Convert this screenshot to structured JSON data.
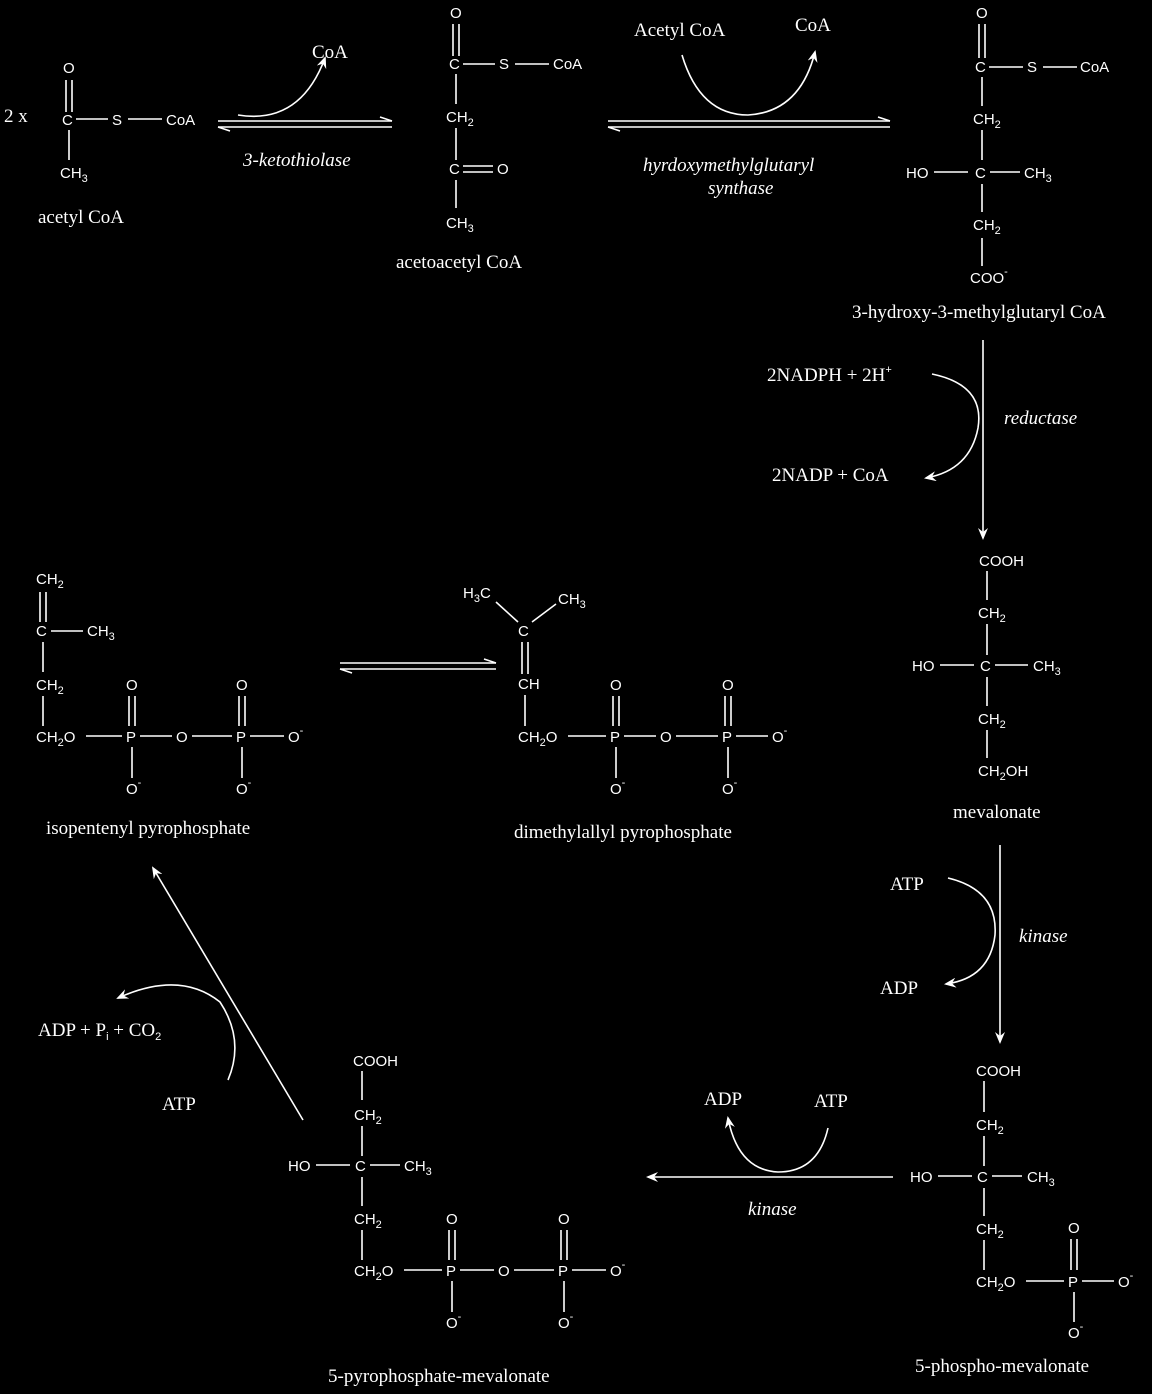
{
  "molecules": {
    "acetyl_coa": {
      "name": "acetyl CoA",
      "multiplier": "2 x",
      "O": "O",
      "C": "C",
      "S": "S",
      "CoA": "CoA",
      "CH3": "CH",
      "sub3": "3"
    },
    "acetoacetyl_coa": {
      "name": "acetoacetyl CoA",
      "O": "O",
      "C": "C",
      "S": "S",
      "CoA": "CoA",
      "CH2": "CH",
      "sub2": "2",
      "CH3": "CH",
      "sub3": "3"
    },
    "hmg_coa": {
      "name": "3-hydroxy-3-methylglutaryl  CoA",
      "O": "O",
      "C": "C",
      "S": "S",
      "CoA": "CoA",
      "CH2": "CH",
      "sub2": "2",
      "HO": "HO",
      "CH3": "CH",
      "sub3": "3",
      "COO": "COO",
      "minus": "-"
    },
    "mevalonate": {
      "name": "mevalonate",
      "COOH": "COOH",
      "CH2": "CH",
      "sub2": "2",
      "HO": "HO",
      "C": "C",
      "CH3": "CH",
      "sub3": "3",
      "CH2OH": "CH",
      "OH": "OH"
    },
    "phospho_mevalonate": {
      "name": "5-phospho-mevalonate",
      "COOH": "COOH",
      "CH2": "CH",
      "sub2": "2",
      "HO": "HO",
      "C": "C",
      "CH3": "CH",
      "sub3": "3",
      "O": "O",
      "P": "P",
      "minus": "-"
    },
    "pyrophosphate_mevalonate": {
      "name": "5-pyrophosphate-mevalonate",
      "COOH": "COOH",
      "CH2": "CH",
      "sub2": "2",
      "HO": "HO",
      "C": "C",
      "CH3": "CH",
      "sub3": "3",
      "O": "O",
      "P": "P",
      "minus": "-"
    },
    "isopentenyl_pp": {
      "name": "isopentenyl  pyrophosphate",
      "CH2": "CH",
      "sub2": "2",
      "C": "C",
      "CH3": "CH",
      "sub3": "3",
      "O": "O",
      "P": "P",
      "minus": "-"
    },
    "dimethylallyl_pp": {
      "name": "dimethylallyl  pyrophosphate",
      "H": "H",
      "sub3": "3",
      "C": "C",
      "CH3": "CH",
      "CH": "CH",
      "CH2": "CH",
      "sub2": "2",
      "O": "O",
      "P": "P",
      "minus": "-"
    }
  },
  "reactions": {
    "r1": {
      "enzyme": "3-ketothiolase",
      "product": "CoA"
    },
    "r2": {
      "enzyme_line1": "hyrdoxymethylglutaryl",
      "enzyme_line2": "synthase",
      "reactant": "Acetyl CoA",
      "product": "CoA"
    },
    "r3": {
      "enzyme": "reductase",
      "reactant": "2NADPH + 2H",
      "reactant_sup": "+",
      "product": "2NADP + CoA"
    },
    "r4": {
      "enzyme": "kinase",
      "reactant": "ATP",
      "product": "ADP"
    },
    "r5": {
      "enzyme": "kinase",
      "reactant": "ATP",
      "product": "ADP"
    },
    "r6": {
      "reactant": "ATP",
      "product_a": "ADP + P",
      "product_i": "i",
      "product_b": " + CO",
      "product_sub": "2"
    }
  }
}
